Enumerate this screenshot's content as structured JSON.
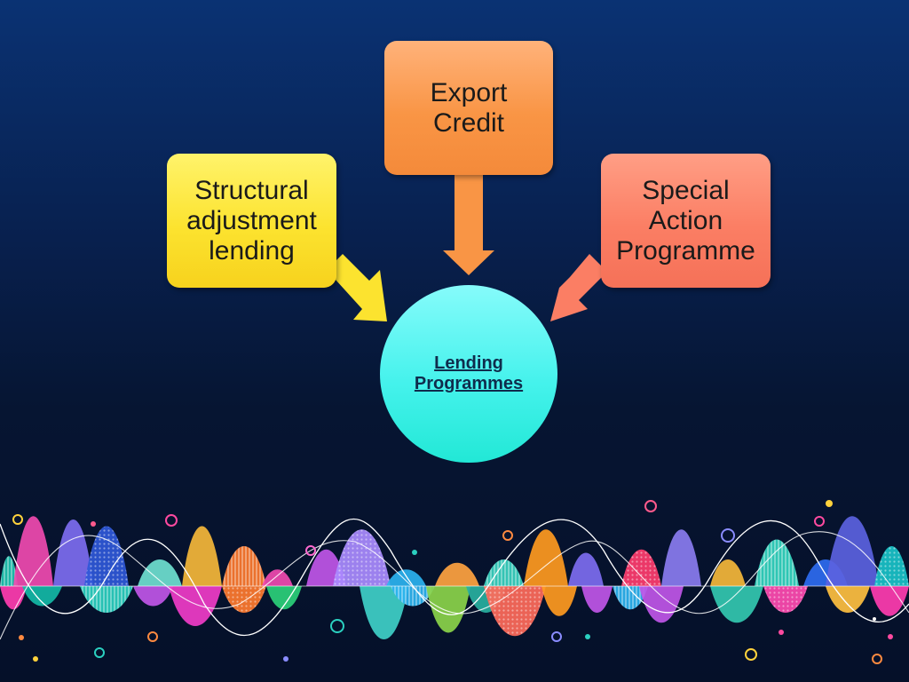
{
  "diagram": {
    "center": "Lending\nProgrammes",
    "nodes": {
      "export": "Export\nCredit",
      "structural": "Structural\nadjustment\nlending",
      "special": "Special\nAction\nProgramme"
    }
  },
  "colors": {
    "export": "#f99545",
    "structural": "#fce32f",
    "special": "#fb7e64",
    "center": "#45f2ec",
    "background": "#061532"
  }
}
